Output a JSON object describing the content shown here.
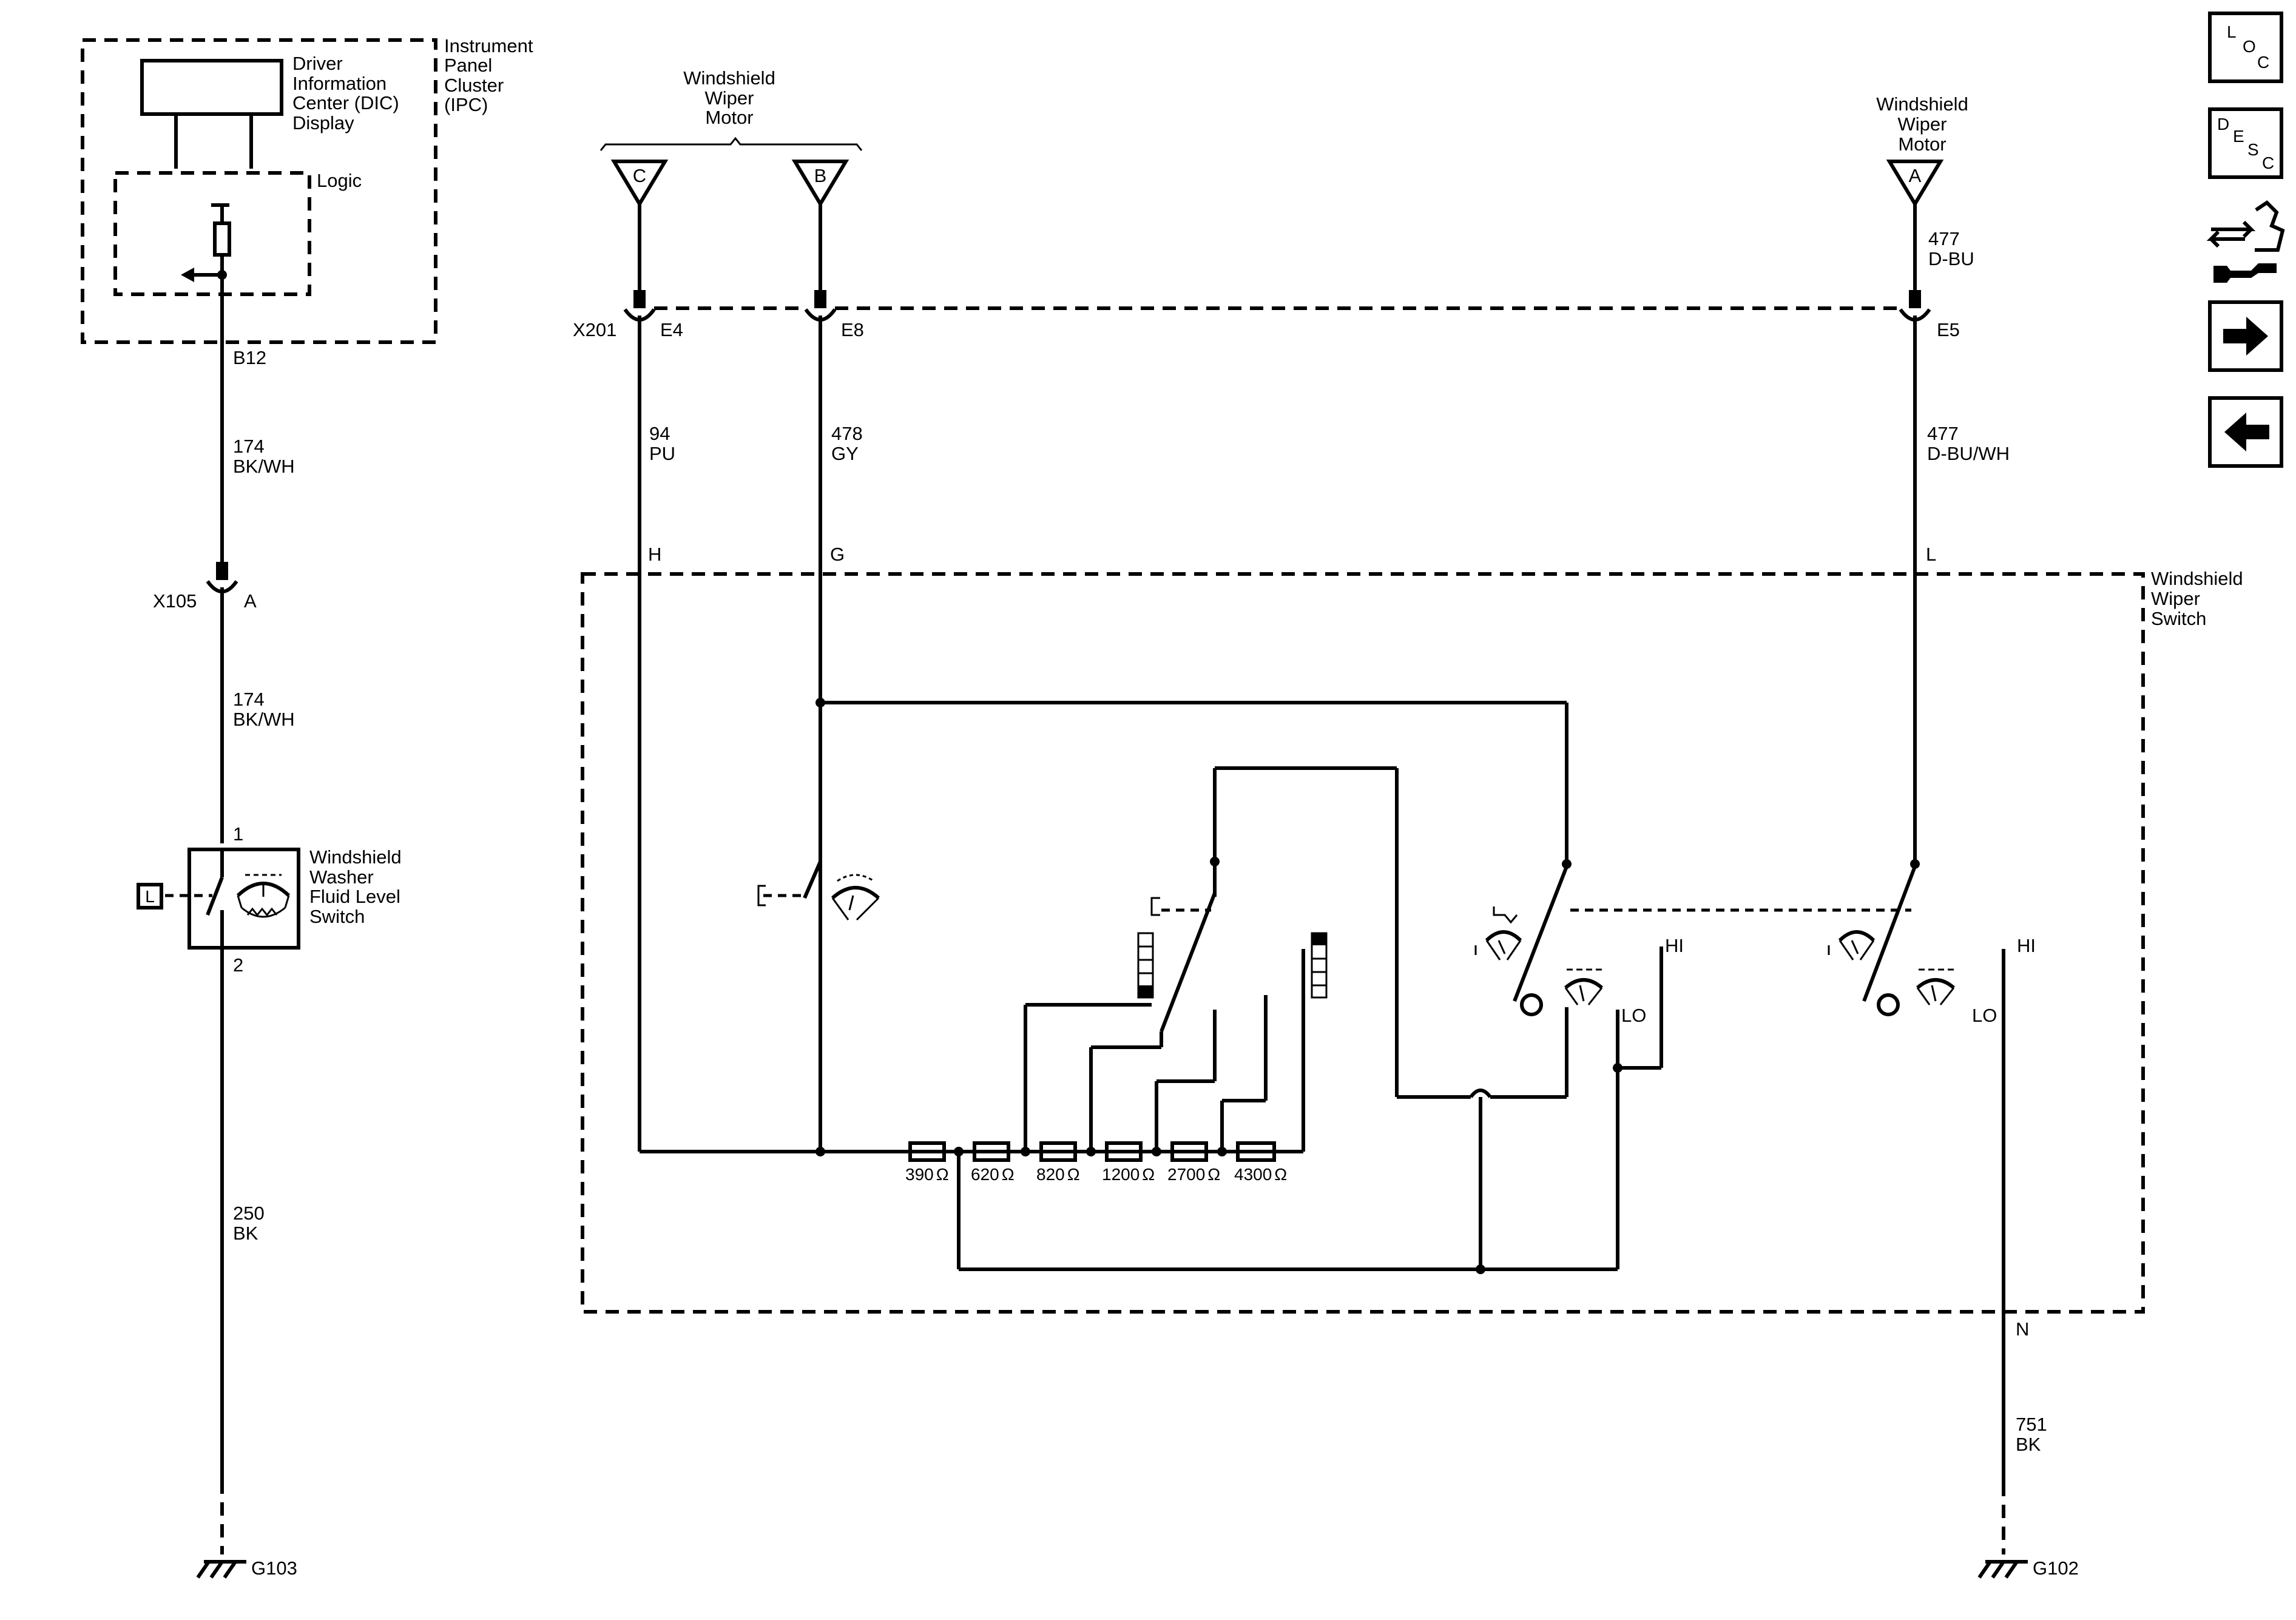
{
  "ipc": {
    "title": [
      "Instrument",
      "Panel",
      "Cluster",
      "(IPC)"
    ],
    "display_label": [
      "Driver",
      "Information",
      "Center (DIC)",
      "Display"
    ],
    "logic_label": "Logic",
    "pin": "B12"
  },
  "left_circuit": {
    "wire_upper": {
      "circuit": "174",
      "color": "BK/WH"
    },
    "connector": "X105",
    "connector_pin": "A",
    "wire_mid": {
      "circuit": "174",
      "color": "BK/WH"
    },
    "switch_label": [
      "Windshield",
      "Washer",
      "Fluid Level",
      "Switch"
    ],
    "switch_pin_top": "1",
    "switch_pin_bottom": "2",
    "switch_tag": "L",
    "wire_lower": {
      "circuit": "250",
      "color": "BK"
    },
    "ground": "G103"
  },
  "wiper_motor_left": {
    "label": [
      "Windshield",
      "Wiper",
      "Motor"
    ],
    "term_c": "C",
    "term_b": "B"
  },
  "wiper_motor_right": {
    "label": [
      "Windshield",
      "Wiper",
      "Motor"
    ],
    "term_a": "A",
    "wire": {
      "circuit": "477",
      "color": "D-BU"
    }
  },
  "x201": {
    "name": "X201",
    "pin_e4": "E4",
    "pin_e8": "E8",
    "pin_e5": "E5"
  },
  "wires": {
    "w94": {
      "circuit": "94",
      "color": "PU"
    },
    "w478": {
      "circuit": "478",
      "color": "GY"
    },
    "w477": {
      "circuit": "477",
      "color": "D-BU/WH"
    },
    "w751": {
      "circuit": "751",
      "color": "BK"
    }
  },
  "wiper_switch": {
    "label": [
      "Windshield",
      "Wiper",
      "Switch"
    ],
    "pin_h": "H",
    "pin_g": "G",
    "pin_l": "L",
    "pin_n": "N",
    "hi_1": "HI",
    "lo_1": "LO",
    "hi_2": "HI",
    "lo_2": "LO",
    "resistors": [
      "390",
      "620",
      "820",
      "1200",
      "2700",
      "4300"
    ],
    "ohm": "Ω"
  },
  "ground_right": "G102",
  "nav": {
    "loc": [
      "L",
      "O",
      "C"
    ],
    "desc": [
      "D",
      "E",
      "S",
      "C"
    ],
    "icons": [
      "connector-repair-icon",
      "next-arrow-icon",
      "previous-arrow-icon"
    ]
  }
}
